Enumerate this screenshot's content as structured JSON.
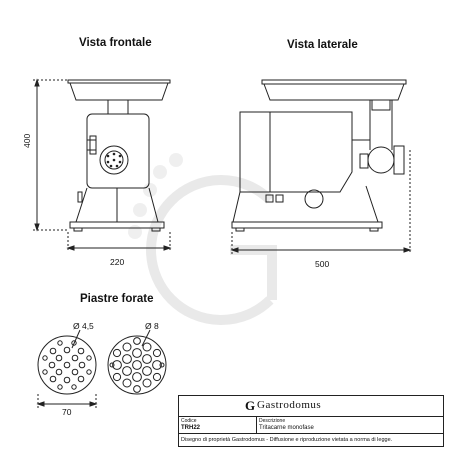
{
  "views": {
    "front_title": "Vista frontale",
    "side_title": "Vista laterale",
    "plates_title": "Piastre forate"
  },
  "dimensions": {
    "height": "400",
    "front_width": "220",
    "side_width": "500",
    "plate_small_hole": "Ø 4,5",
    "plate_large_hole": "Ø 8",
    "plate_diameter": "70"
  },
  "title_block": {
    "logo_mark": "G",
    "brand": "Gastrodomus",
    "code_label": "Codice",
    "code_value": "TRH22",
    "desc_label": "Descrizione",
    "desc_value": "Tritacarne monofase",
    "footer": "Disegno di proprietà Gastrodomus - Diffusione e riproduzione vietata a norma di legge."
  },
  "colors": {
    "line": "#222222",
    "watermark": "#e9e9e9"
  }
}
